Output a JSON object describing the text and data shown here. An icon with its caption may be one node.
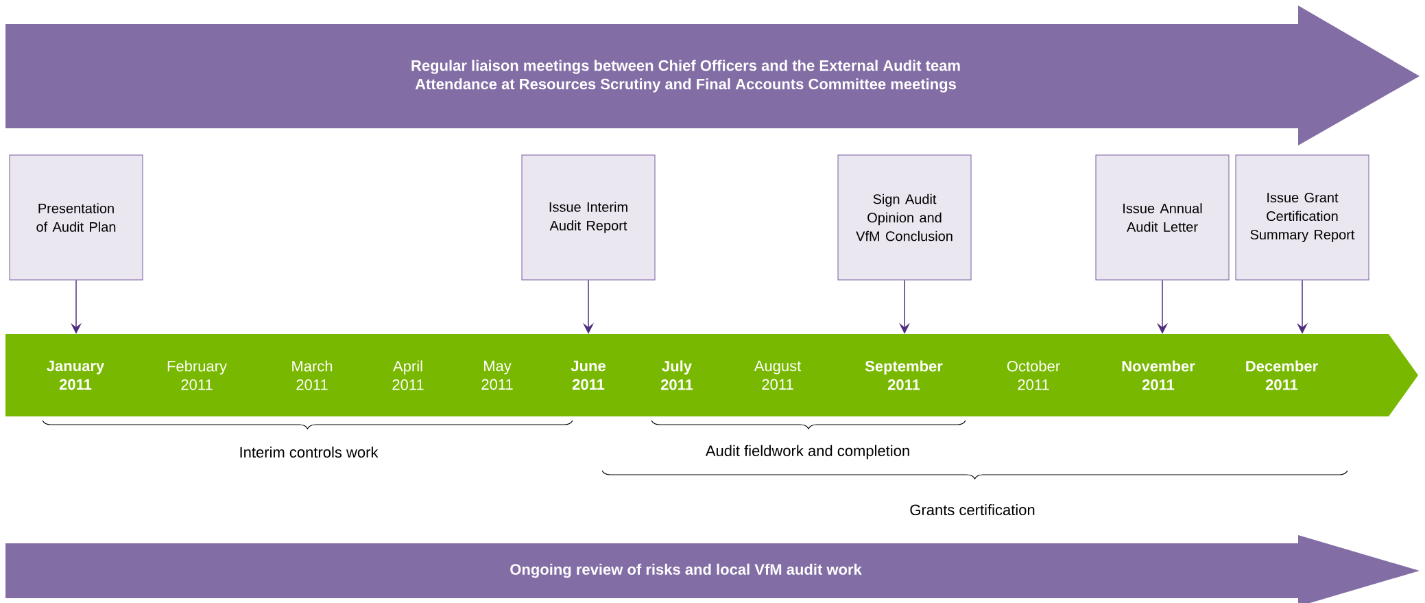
{
  "diagram": {
    "nodes": [
      {
        "text": [
          "Regular liaison meetings between Chief Officers and the External Audit team",
          "Attendance at Resources Scrutiny and Final Accounts Committee meetings"
        ]
      },
      {
        "text": [
          "Presentation of Audit Plan"
        ]
      },
      {
        "text": [
          "Issue Interim Audit Report"
        ]
      },
      {
        "text": [
          "Sign Audit Opinion and VfM Conclusion"
        ]
      },
      {
        "text": [
          "Issue Annual Audit Letter"
        ]
      },
      {
        "text": [
          "Issue Grant Certification Summary Report"
        ]
      },
      {
        "text": [],
        "shape": "arrow"
      },
      {
        "text": [
          "January 2011"
        ],
        "in": 6
      },
      {
        "text": [
          "February 2011"
        ],
        "in": 6
      },
      {
        "text": [
          "March 2011"
        ],
        "in": 6
      },
      {
        "text": [
          "April 2011"
        ],
        "in": 6
      },
      {
        "text": [
          "May 2011"
        ],
        "in": 6
      },
      {
        "text": [
          "June 2011"
        ],
        "in": 6
      },
      {
        "text": [
          "July 2011"
        ],
        "in": 6
      },
      {
        "text": [
          "August 2011"
        ],
        "in": 6
      },
      {
        "text": [
          "September 2011"
        ],
        "in": 6
      },
      {
        "text": [
          "October 2011"
        ],
        "in": 6
      },
      {
        "text": [
          "November 2011"
        ],
        "in": 6
      },
      {
        "text": [
          "December 2011"
        ],
        "in": 6
      },
      {
        "text": [
          "Ongoing review of risks and local VfM audit work"
        ]
      }
    ],
    "edges": [
      {
        "from": 1,
        "to": 7,
        "arrow": "to"
      },
      {
        "from": 2,
        "to": 12,
        "arrow": "to"
      },
      {
        "from": 3,
        "to": 15,
        "arrow": "to"
      },
      {
        "from": 4,
        "to": 17,
        "arrow": "to"
      },
      {
        "from": 5,
        "to": 18,
        "arrow": "to"
      }
    ],
    "labels": [
      "Interim controls work",
      "Audit fieldwork and completion",
      "Grants certification"
    ]
  }
}
